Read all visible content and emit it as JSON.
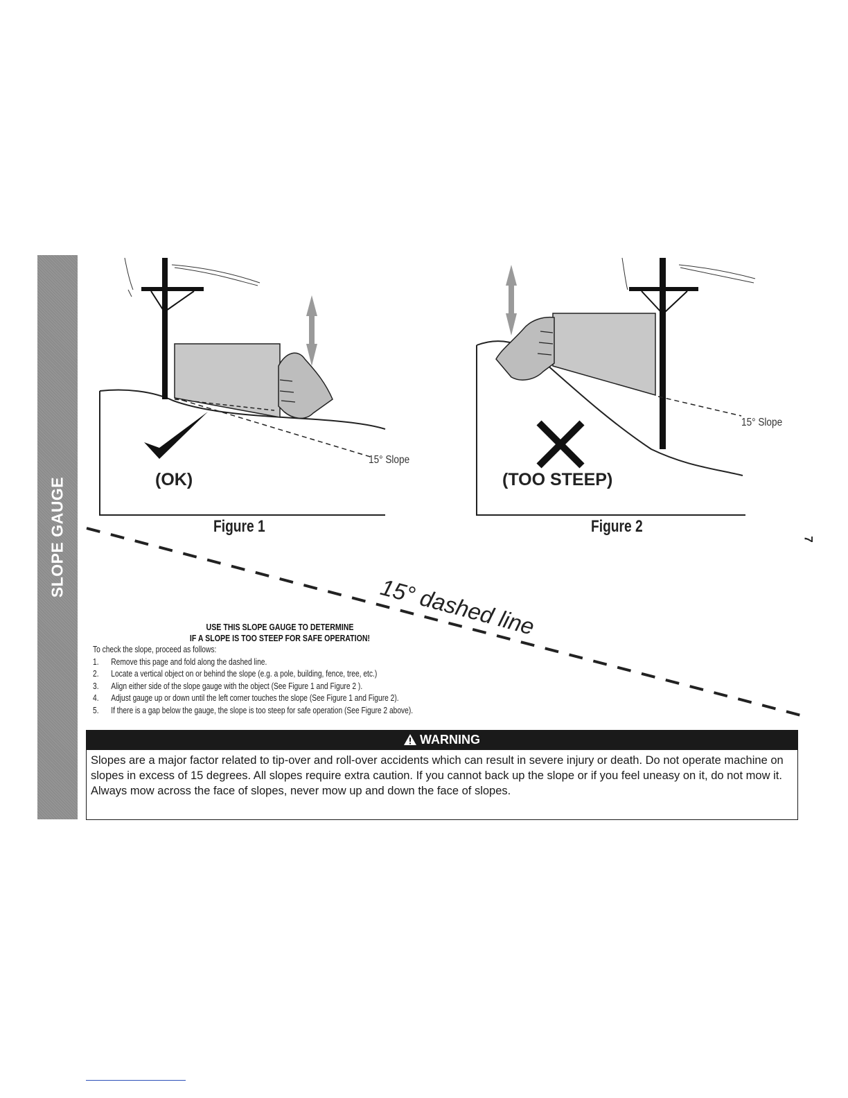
{
  "side_tab": {
    "label": "SLOPE GAUGE"
  },
  "page_number": "7",
  "figure1": {
    "verdict": "(OK)",
    "slope_label": "15° Slope",
    "caption": "Figure 1",
    "check_icon": "check-mark-icon"
  },
  "figure2": {
    "verdict": "(TOO STEEP)",
    "slope_label": "15° Slope",
    "caption": "Figure 2",
    "cross_icon": "x-mark-icon"
  },
  "fold_line": {
    "label": "15° dashed line"
  },
  "instructions": {
    "heading_line1": "USE THIS SLOPE GAUGE TO DETERMINE",
    "heading_line2": "IF A SLOPE IS TOO STEEP FOR SAFE OPERATION!",
    "intro": "To check the slope, proceed as follows:",
    "steps": [
      {
        "num": "1.",
        "text": "Remove this page and fold along the dashed line."
      },
      {
        "num": "2.",
        "text": "Locate a vertical object on or behind the slope (e.g. a pole, building, fence,  tree, etc.)"
      },
      {
        "num": "3.",
        "text": "Align either side of the slope gauge with the object (See Figure 1 and Figure 2 )."
      },
      {
        "num": "4.",
        "text": "Adjust gauge up or down until the left corner touches the slope (See Figure 1 and Figure 2)."
      },
      {
        "num": "5.",
        "text": "If there is a gap below the gauge, the slope is too steep for safe operation (See Figure 2 above)."
      }
    ]
  },
  "warning": {
    "title": "WARNING",
    "icon": "warning-triangle-icon",
    "body": "Slopes are a major factor related to tip-over and roll-over accidents which can result in severe injury or death. Do not operate machine on slopes in excess of 15 degrees. All slopes require extra caution. If you cannot back up the slope or if you feel uneasy on it, do not mow it. Always mow across the face of slopes, never mow up and down the face of slopes."
  }
}
